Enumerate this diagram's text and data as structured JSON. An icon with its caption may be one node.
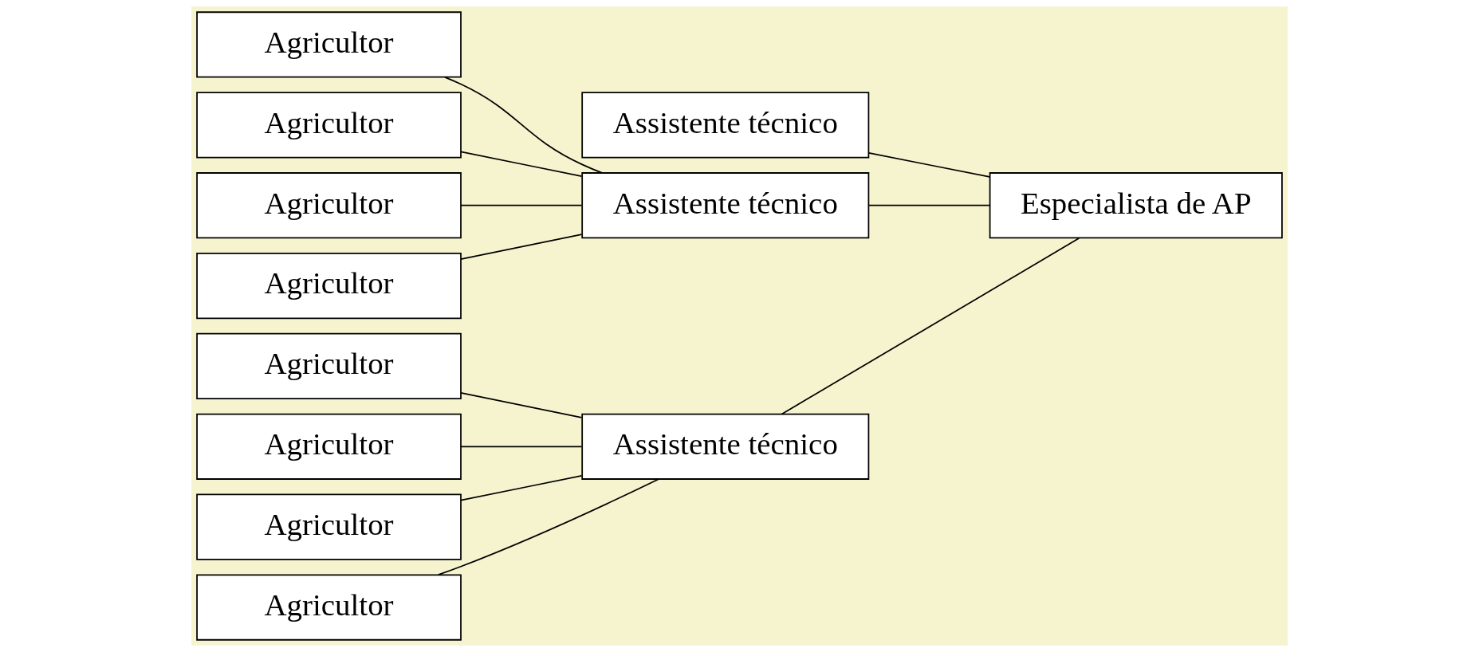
{
  "diagram": {
    "nodes": [
      {
        "text": [
          "Assistente técnico"
        ]
      },
      {
        "text": [
          "Agricultor"
        ]
      },
      {
        "text": [
          "Agricultor"
        ]
      },
      {
        "text": [
          "Agricultor"
        ]
      },
      {
        "text": [
          "Agricultor"
        ]
      },
      {
        "text": [
          "Agricultor"
        ]
      },
      {
        "text": [
          "Agricultor"
        ]
      },
      {
        "text": [
          "Agricultor"
        ]
      },
      {
        "text": [
          "Agricultor"
        ]
      },
      {
        "text": [
          "Assistente técnico"
        ]
      },
      {
        "text": [
          "Assistente técnico"
        ]
      },
      {
        "text": [
          "Especialista de AP"
        ]
      }
    ],
    "edges": [
      {
        "from": 1,
        "to": 9,
        "arrow": "none"
      },
      {
        "from": 2,
        "to": 9,
        "arrow": "none"
      },
      {
        "from": 3,
        "to": 9,
        "arrow": "none"
      },
      {
        "from": 4,
        "to": 9,
        "arrow": "none"
      },
      {
        "from": 5,
        "to": 10,
        "arrow": "none"
      },
      {
        "from": 6,
        "to": 10,
        "arrow": "none"
      },
      {
        "from": 7,
        "to": 10,
        "arrow": "none"
      },
      {
        "from": 8,
        "to": 10,
        "arrow": "none"
      },
      {
        "from": 0,
        "to": 11,
        "arrow": "none"
      },
      {
        "from": 9,
        "to": 11,
        "arrow": "none"
      },
      {
        "from": 10,
        "to": 11,
        "arrow": "none"
      }
    ]
  }
}
